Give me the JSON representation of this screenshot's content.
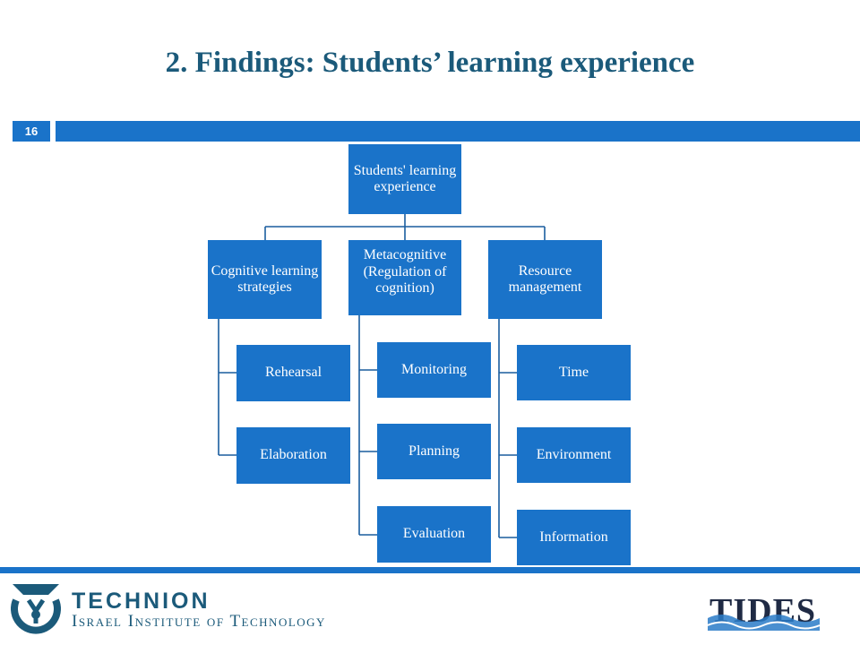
{
  "slide": {
    "title": "2. Findings: Students’ learning experience",
    "page_number": "16"
  },
  "diagram": {
    "root": "Students' learning experience",
    "branches": [
      {
        "label": "Cognitive learning strategies",
        "children": [
          "Rehearsal",
          "Elaboration"
        ]
      },
      {
        "label": "Metacognitive (Regulation of cognition)",
        "children": [
          "Monitoring",
          "Planning",
          "Evaluation"
        ]
      },
      {
        "label": "Resource management",
        "children": [
          "Time",
          "Environment",
          "Information"
        ]
      }
    ]
  },
  "footer": {
    "institution_name": "TECHNION",
    "institution_subtitle": "Israel Institute of Technology",
    "partner_logo_text": "TIDES"
  },
  "colors": {
    "accent": "#1a73c9",
    "title": "#1b5a7a",
    "line": "#1a5d9e"
  }
}
